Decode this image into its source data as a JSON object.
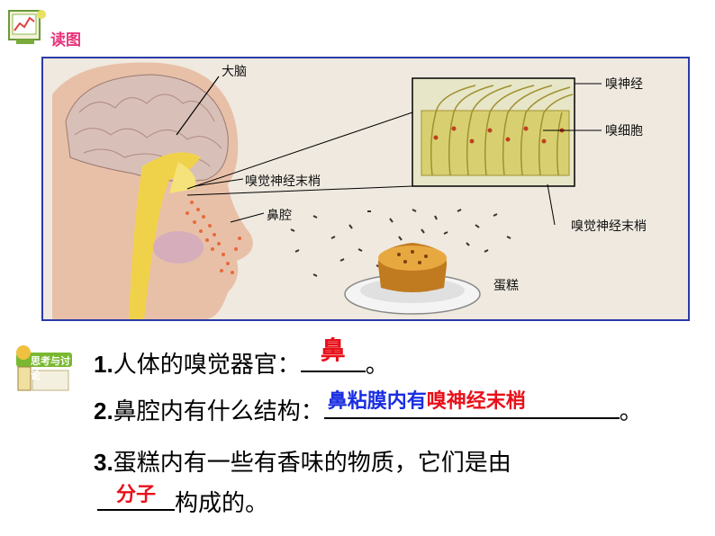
{
  "header": {
    "label": "读图",
    "icon": "reading-chart-icon"
  },
  "figure": {
    "labels": {
      "brain": "大脑",
      "olfactory_nerve": "嗅神经",
      "olfactory_cell": "嗅细胞",
      "nerve_ending_left": "嗅觉神经末梢",
      "nasal_cavity": "鼻腔",
      "nerve_ending_right": "嗅觉神经末梢",
      "cake": "蛋糕"
    }
  },
  "discussion": {
    "icon_text": "思考与讨论",
    "icon": "think-discuss-icon",
    "q1": {
      "number": "1.",
      "text": "人体的嗅觉器官：",
      "answer": "鼻",
      "end": "。"
    },
    "q2": {
      "number": "2.",
      "text": "鼻腔内有什么结构：",
      "answer_part1": "鼻粘膜内有",
      "answer_part2": "嗅神经末梢",
      "end": "。"
    },
    "q3": {
      "number": "3.",
      "text": "蛋糕内有一些有香味的物质，它们是由",
      "answer": "分子",
      "end": "构成的。"
    }
  },
  "colors": {
    "frame": "#2a3aa8",
    "answer_red": "#e8101a",
    "answer_blue": "#1a2ee0",
    "header_pink": "#e8337a"
  }
}
